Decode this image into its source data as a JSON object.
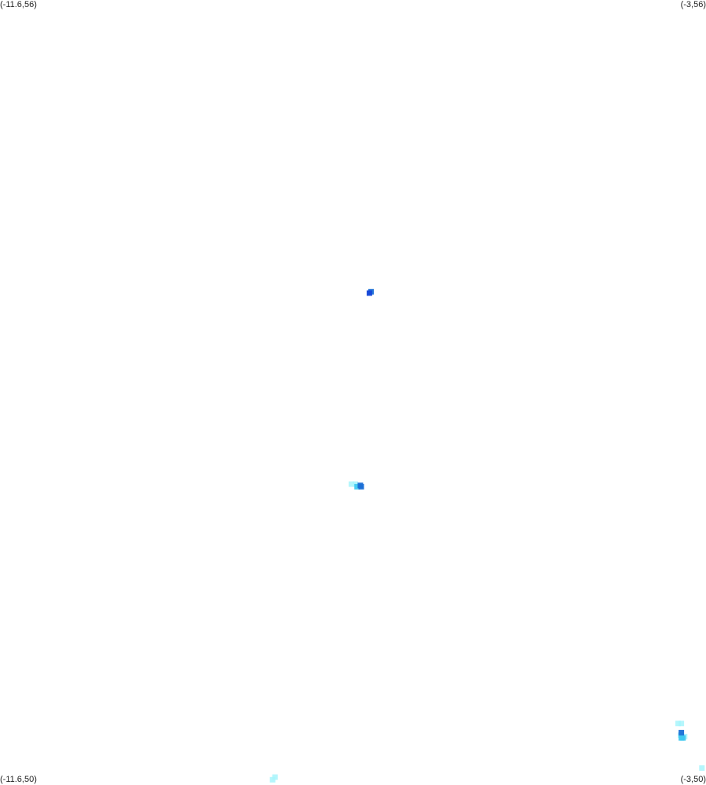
{
  "corners": {
    "top_left": "(-11.6,56)",
    "top_right": "(-3,56)",
    "bottom_left": "(-11.6,50)",
    "bottom_right": "(-3,50)"
  },
  "extent": {
    "lon_min": -11.6,
    "lon_max": -3,
    "lat_min": 50,
    "lat_max": 56
  },
  "colors": {
    "background": "#ffffff",
    "light": "#a8f4fb",
    "mid": "#3fc8f0",
    "dark": "#1a6fd6",
    "darkest": "#1446d8"
  },
  "chart_data": {
    "type": "scatter",
    "points": [
      {
        "lon": -7.1,
        "lat": 53.76,
        "level": "darkest"
      },
      {
        "lon": -7.08,
        "lat": 53.77,
        "level": "dark"
      },
      {
        "lon": -7.32,
        "lat": 52.3,
        "level": "light"
      },
      {
        "lon": -7.27,
        "lat": 52.3,
        "level": "light"
      },
      {
        "lon": -7.25,
        "lat": 52.28,
        "level": "mid"
      },
      {
        "lon": -7.21,
        "lat": 52.29,
        "level": "dark"
      },
      {
        "lon": -7.2,
        "lat": 52.28,
        "level": "dark"
      },
      {
        "lon": -3.34,
        "lat": 50.47,
        "level": "light"
      },
      {
        "lon": -3.3,
        "lat": 50.47,
        "level": "light"
      },
      {
        "lon": -3.31,
        "lat": 50.38,
        "level": "light"
      },
      {
        "lon": -3.26,
        "lat": 50.37,
        "level": "light"
      },
      {
        "lon": -3.3,
        "lat": 50.36,
        "level": "mid"
      },
      {
        "lon": -3.3,
        "lat": 50.4,
        "level": "dark"
      },
      {
        "lon": -3.28,
        "lat": 50.36,
        "level": "mid"
      },
      {
        "lon": -3.05,
        "lat": 50.13,
        "level": "light"
      },
      {
        "lon": -8.28,
        "lat": 50.04,
        "level": "light"
      },
      {
        "lon": -8.25,
        "lat": 50.06,
        "level": "light"
      }
    ]
  }
}
